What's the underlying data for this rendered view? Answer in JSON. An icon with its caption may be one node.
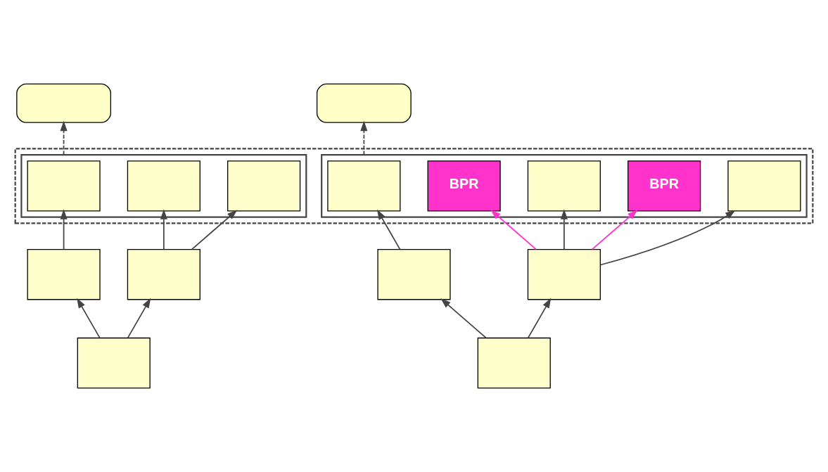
{
  "diagram": {
    "nodes": [
      {
        "text": [],
        "shape": "capsule"
      },
      {
        "text": [],
        "shape": "capsule"
      },
      {
        "text": [],
        "shape": "box"
      },
      {
        "text": [],
        "shape": "box",
        "in": 2
      },
      {
        "text": [],
        "shape": "box",
        "in": 3
      },
      {
        "text": [],
        "shape": "box",
        "in": 3
      },
      {
        "text": [],
        "shape": "box",
        "in": 3
      },
      {
        "text": [],
        "shape": "box",
        "in": 2
      },
      {
        "text": [],
        "shape": "box",
        "in": 7
      },
      {
        "text": [
          "BPR"
        ],
        "in": 7
      },
      {
        "text": [],
        "shape": "box",
        "in": 7
      },
      {
        "text": [
          "BPR"
        ],
        "in": 7
      },
      {
        "text": [],
        "shape": "box",
        "in": 7
      },
      {
        "text": [],
        "shape": "box"
      },
      {
        "text": [],
        "shape": "box"
      },
      {
        "text": [],
        "shape": "box"
      },
      {
        "text": [],
        "shape": "box"
      },
      {
        "text": [],
        "shape": "box"
      },
      {
        "text": [],
        "shape": "box"
      }
    ],
    "edges": [
      {
        "from": 3,
        "to": 0,
        "arrow": "to",
        "style": "dashed"
      },
      {
        "from": 7,
        "to": 1,
        "arrow": "to",
        "style": "dashed"
      },
      {
        "from": 13,
        "to": 4,
        "arrow": "to"
      },
      {
        "from": 14,
        "to": 5,
        "arrow": "to"
      },
      {
        "from": 14,
        "to": 6,
        "arrow": "to"
      },
      {
        "from": 15,
        "to": 8,
        "arrow": "to"
      },
      {
        "from": 16,
        "to": 9,
        "arrow": "to",
        "color": "#ff33cc"
      },
      {
        "from": 16,
        "to": 10,
        "arrow": "to"
      },
      {
        "from": 16,
        "to": 11,
        "arrow": "to",
        "color": "#ff33cc"
      },
      {
        "from": 16,
        "to": 12,
        "arrow": "to"
      },
      {
        "from": 17,
        "to": 13,
        "arrow": "to"
      },
      {
        "from": 17,
        "to": 14,
        "arrow": "to"
      },
      {
        "from": 18,
        "to": 15,
        "arrow": "to"
      },
      {
        "from": 18,
        "to": 16,
        "arrow": "to"
      }
    ]
  }
}
